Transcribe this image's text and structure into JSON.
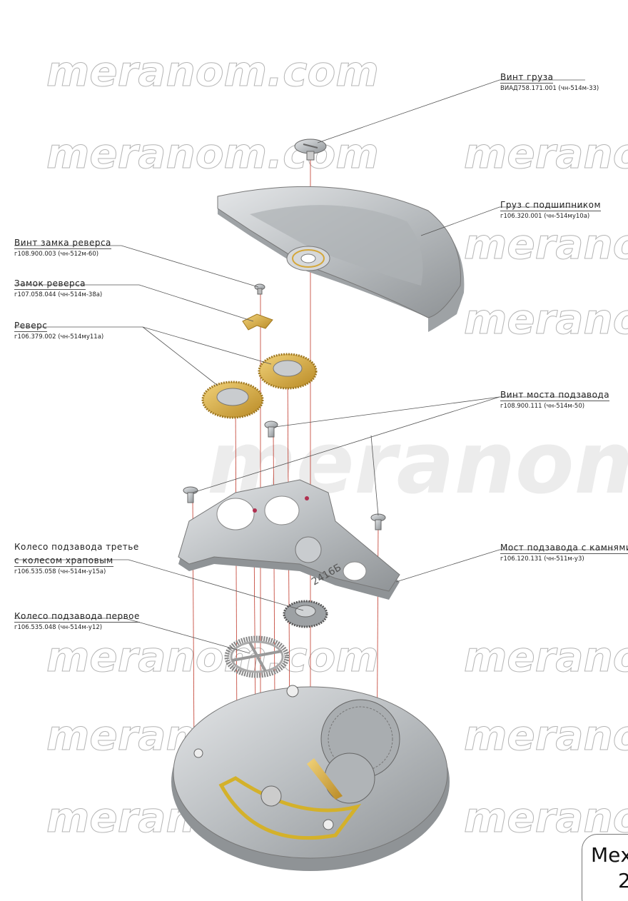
{
  "watermark": "meranom.com",
  "watermark_big": "meranom",
  "labels": [
    {
      "name": "Винт груза",
      "code": "ВИАД758.171.001 (чн-514м-33)"
    },
    {
      "name": "Груз с подшипником",
      "code": "г106.320.001 (чн-514му10а)"
    },
    {
      "name": "Винт замка реверса",
      "code": "г108.900.003 (чн-512м-60)"
    },
    {
      "name": "Замок реверса",
      "code": "г107.058.044 (чн-514м-38а)"
    },
    {
      "name": "Реверс",
      "code": "г106.379.002 (чн-514му11а)"
    },
    {
      "name": "Винт моста подзавода",
      "code": "г108.900.111 (чн-514м-50)"
    },
    {
      "name": "Мост подзавода с камнями",
      "code": "г106.120.131 (чн-511м-у3)"
    },
    {
      "name": "Колесо подзавода третье",
      "name2": "с колесом храповым",
      "code": "г106.535.058 (чн-514м-у15а)"
    },
    {
      "name": "Колесо подзавода первое",
      "code": "г106.535.048 (чн-514м-у12)"
    }
  ],
  "bridge_marking": "2416Б",
  "title_box": {
    "line1": "Мех",
    "line2": "2"
  },
  "colors": {
    "leader": "#555555",
    "axis": "#c0392b",
    "steel": "#bfc3c6",
    "brass": "#d4a73a"
  }
}
